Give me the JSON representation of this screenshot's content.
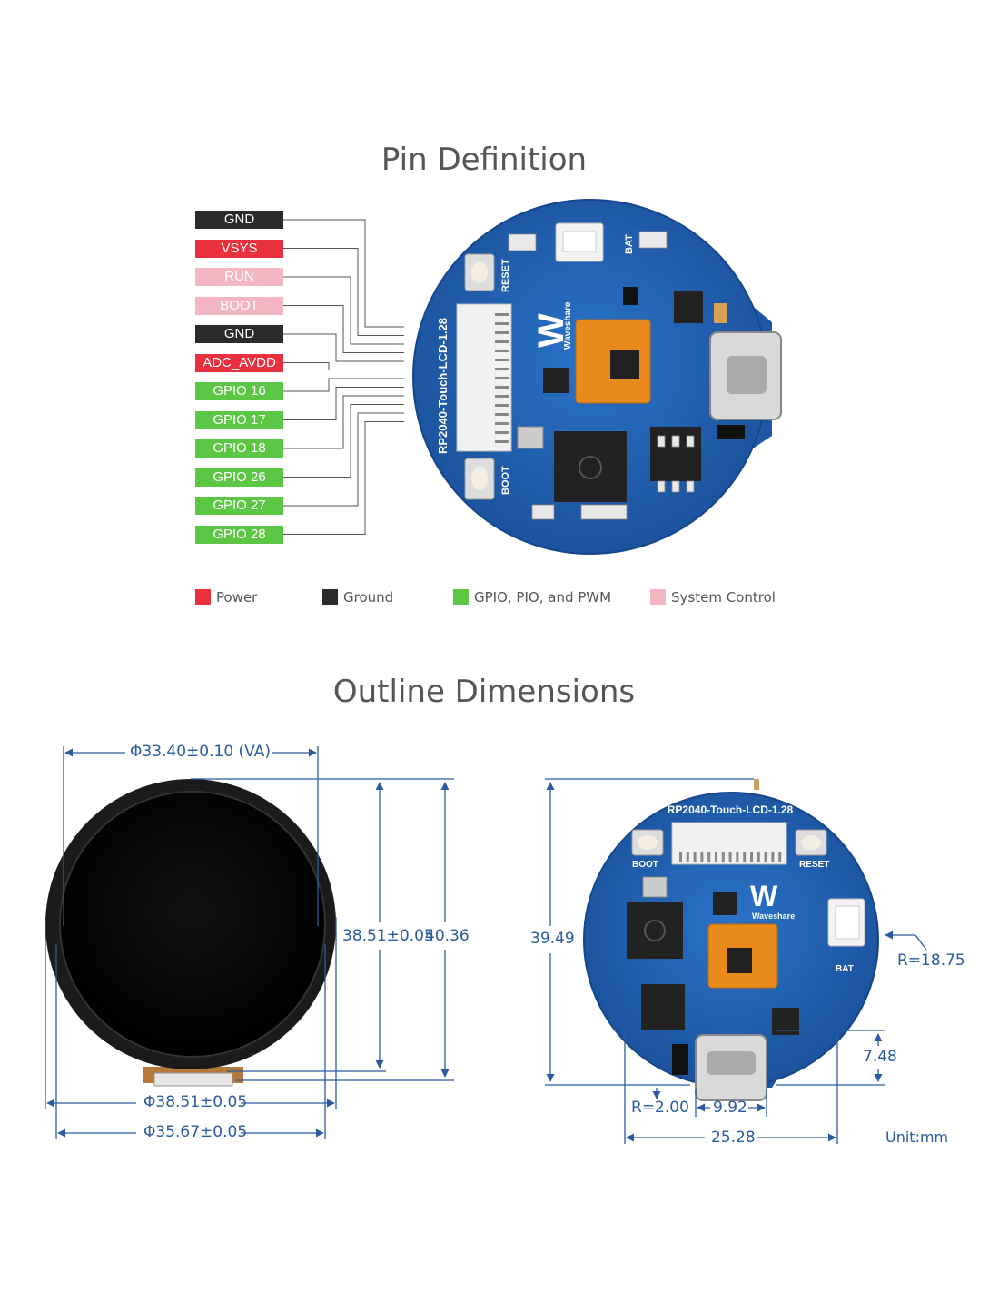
{
  "titles": {
    "pin_definition": "Pin Definition",
    "outline_dimensions": "Outline Dimensions"
  },
  "pins": [
    {
      "label": "GND",
      "color": "#2b2b2b"
    },
    {
      "label": "VSYS",
      "color": "#e8303f"
    },
    {
      "label": "RUN",
      "color": "#f5b6c3"
    },
    {
      "label": "BOOT",
      "color": "#f5b6c3"
    },
    {
      "label": "GND",
      "color": "#2b2b2b"
    },
    {
      "label": "ADC_AVDD",
      "color": "#e8303f"
    },
    {
      "label": "GPIO 16",
      "color": "#5cc645"
    },
    {
      "label": "GPIO 17",
      "color": "#5cc645"
    },
    {
      "label": "GPIO 18",
      "color": "#5cc645"
    },
    {
      "label": "GPIO 26",
      "color": "#5cc645"
    },
    {
      "label": "GPIO 27",
      "color": "#5cc645"
    },
    {
      "label": "GPIO 28",
      "color": "#5cc645"
    }
  ],
  "legend": [
    {
      "label": "Power",
      "color": "#e8303f"
    },
    {
      "label": "Ground",
      "color": "#2b2b2b"
    },
    {
      "label": "GPIO, PIO, and PWM",
      "color": "#5cc645"
    },
    {
      "label": "System Control",
      "color": "#f5b6c3"
    }
  ],
  "board": {
    "name": "RP2040-Touch-LCD-1.28",
    "reset_label": "RESET",
    "boot_label": "BOOT",
    "bat_label": "BAT",
    "brand": "Waveshare"
  },
  "dimensions": {
    "va": "Φ33.40±0.10 (VA)",
    "inner_height": "38.51±0.05",
    "outer_height": "40.36",
    "diameter_outer": "Φ38.51±0.05",
    "diameter_inner": "Φ35.67±0.05",
    "board_height": "39.49",
    "radius_large": "R=18.75",
    "bottom_offset": "7.48",
    "radius_small": "R=2.00",
    "usb_width": "9.92",
    "bottom_width": "25.28",
    "unit": "Unit:mm"
  },
  "colors": {
    "pcb_blue": "#1f5fb0",
    "dimension_blue": "#2a5ba0",
    "orange_chip": "#e98a1c"
  }
}
